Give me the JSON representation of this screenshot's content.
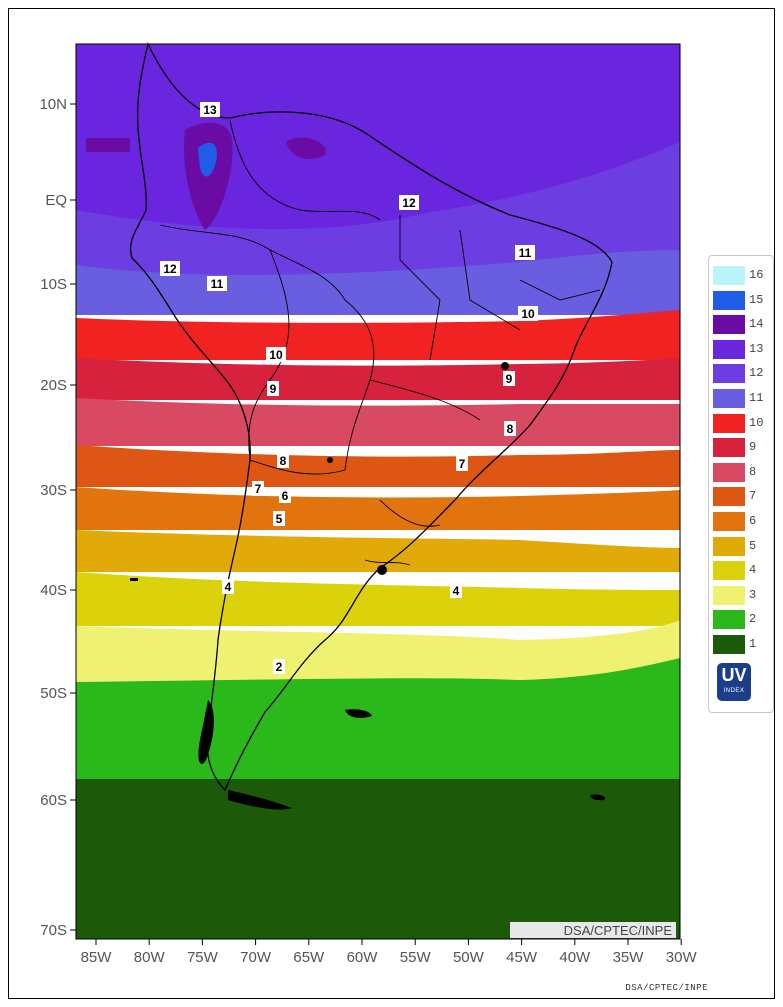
{
  "map": {
    "lat_labels": [
      "10N",
      "EQ",
      "10S",
      "20S",
      "30S",
      "40S",
      "50S",
      "60S",
      "70S"
    ],
    "lon_labels": [
      "85W",
      "80W",
      "75W",
      "70W",
      "65W",
      "60W",
      "55W",
      "50W",
      "45W",
      "40W",
      "35W",
      "30W"
    ],
    "credit_inner": "DSA/CPTEC/INPE",
    "credit_outer": "DSA/CPTEC/INPE",
    "contour_labels": [
      "13",
      "12",
      "12",
      "11",
      "11",
      "10",
      "10",
      "9",
      "9",
      "8",
      "8",
      "7",
      "7",
      "6",
      "5",
      "4",
      "4",
      "2"
    ]
  },
  "legend": {
    "items": [
      {
        "value": "16",
        "color": "#b9f4f8"
      },
      {
        "value": "15",
        "color": "#1f5de8"
      },
      {
        "value": "14",
        "color": "#6a0ca4"
      },
      {
        "value": "13",
        "color": "#6a26de"
      },
      {
        "value": "12",
        "color": "#6c3ee2"
      },
      {
        "value": "11",
        "color": "#6a5ee0"
      },
      {
        "value": "10",
        "color": "#f02222"
      },
      {
        "value": "9",
        "color": "#d7223e"
      },
      {
        "value": "8",
        "color": "#d74a62"
      },
      {
        "value": "7",
        "color": "#dd5614"
      },
      {
        "value": "6",
        "color": "#e27410"
      },
      {
        "value": "5",
        "color": "#e2aa08"
      },
      {
        "value": "4",
        "color": "#dcd20c"
      },
      {
        "value": "3",
        "color": "#eff270"
      },
      {
        "value": "2",
        "color": "#2ab81a"
      },
      {
        "value": "1",
        "color": "#1c5a0a"
      }
    ],
    "badge_top": "UV",
    "badge_bottom": "INDEX"
  }
}
